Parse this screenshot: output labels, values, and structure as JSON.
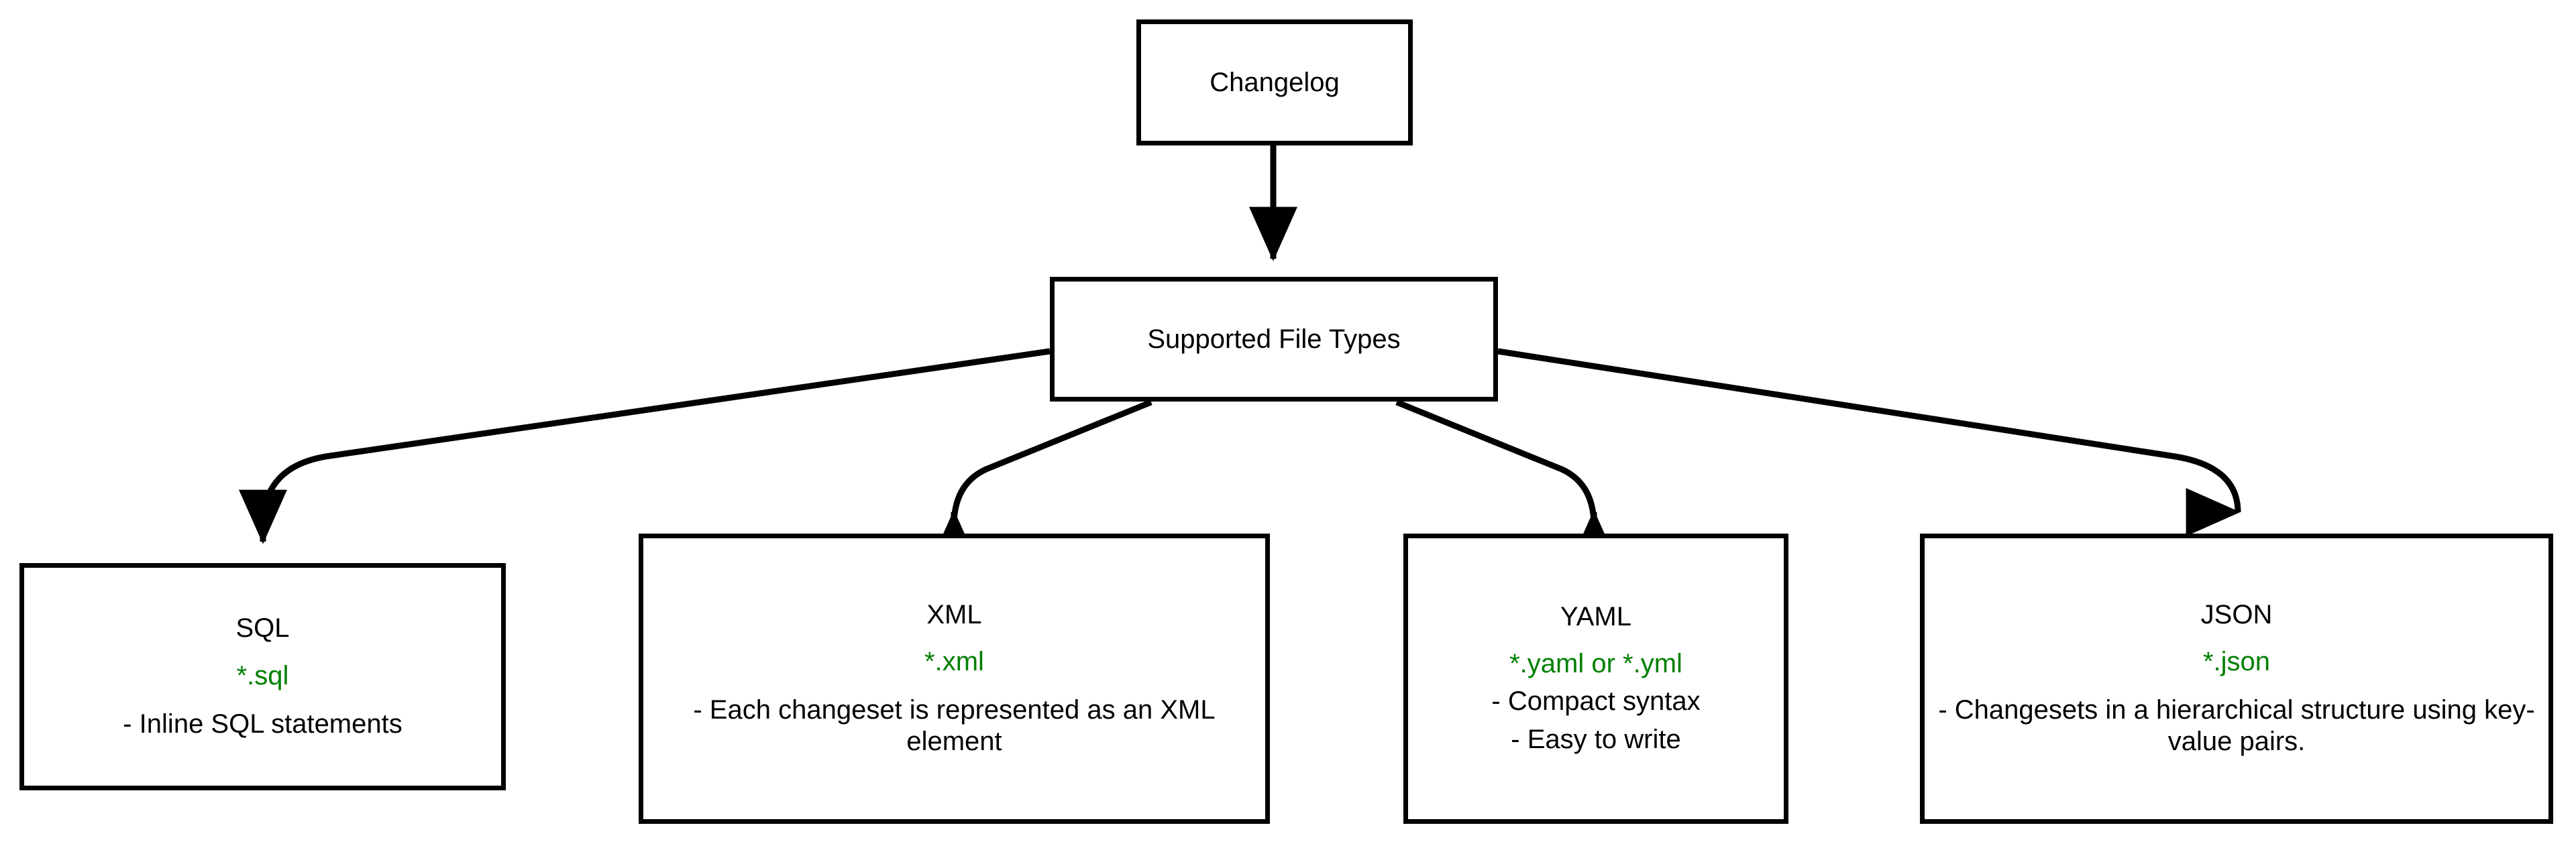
{
  "diagram": {
    "type": "flowchart",
    "orientation": "top-down",
    "background_color": "#ffffff",
    "node_border_color": "#000000",
    "edge_color": "#000000",
    "accent_color": "#008000",
    "root": {
      "id": "changelog",
      "label": "Changelog"
    },
    "parent": {
      "id": "supported-file-types",
      "label": "Supported File Types"
    },
    "leaves": [
      {
        "id": "sql",
        "title": "SQL",
        "extension": "*.sql",
        "description": "- Inline SQL statements"
      },
      {
        "id": "xml",
        "title": "XML",
        "extension": "*.xml",
        "description": "- Each changeset is represented as an XML element"
      },
      {
        "id": "yaml",
        "title": "YAML",
        "extension": "*.yaml or *.yml",
        "description_line1": "- Compact syntax",
        "description_line2": "- Easy to write"
      },
      {
        "id": "json",
        "title": "JSON",
        "extension": "*.json",
        "description": "- Changesets in a hierarchical structure using key-value pairs."
      }
    ],
    "edges": [
      {
        "from": "changelog",
        "to": "supported-file-types"
      },
      {
        "from": "supported-file-types",
        "to": "sql"
      },
      {
        "from": "supported-file-types",
        "to": "xml"
      },
      {
        "from": "supported-file-types",
        "to": "yaml"
      },
      {
        "from": "supported-file-types",
        "to": "json"
      }
    ]
  }
}
